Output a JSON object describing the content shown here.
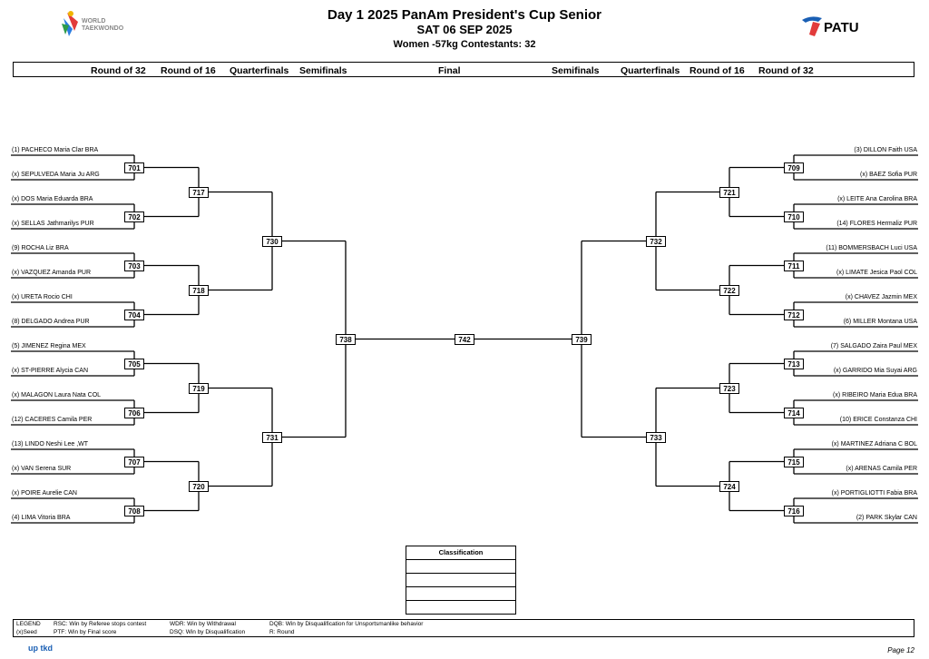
{
  "header": {
    "title": "Day 1 2025 PanAm President's Cup Senior",
    "date": "SAT 06 SEP 2025",
    "category": "Women -57kg  Contestants: 32",
    "wt_logo_text_1": "WORLD",
    "wt_logo_text_2": "TAEKWONDO",
    "patu_logo_text": "PATU"
  },
  "rounds": [
    "Round of 32",
    "Round of 16",
    "Quarterfinals",
    "Semifinals",
    "Final",
    "Semifinals",
    "Quarterfinals",
    "Round of 16",
    "Round of 32"
  ],
  "left_athletes": [
    "(1) PACHECO Maria Clar BRA",
    "(x) SEPULVEDA Maria Ju ARG",
    "(x) DOS Maria Eduarda BRA",
    "(x) SELLAS Jathmarilys PUR",
    "(9) ROCHA Liz BRA",
    "(x) VAZQUEZ Amanda PUR",
    "(x) URETA Rocio CHI",
    "(8) DELGADO Andrea PUR",
    "(5) JIMENEZ Regina MEX",
    "(x) ST-PIERRE Alycia CAN",
    "(x) MALAGON Laura Nata COL",
    "(12) CACERES Camila PER",
    "(13) LINDO Neshi Lee ,WT",
    "(x) VAN Serena SUR",
    "(x) POIRE Aurelie CAN",
    "(4) LIMA Vitoria BRA"
  ],
  "right_athletes": [
    "(3) DILLON Faith USA",
    "(x) BAEZ Sofia PUR",
    "(x) LEITE Ana Carolina BRA",
    "(14) FLORES Hermaliz PUR",
    "(11) BOMMERSBACH Luci USA",
    "(x) LIMATE Jesica Paol COL",
    "(x) CHAVEZ Jazmin MEX",
    "(6) MILLER Montana USA",
    "(7) SALGADO Zaira Paul MEX",
    "(x) GARRIDO Mia Suyai  ARG",
    "(x) RIBEIRO Maria Edua BRA",
    "(10) ERICE Constanza CHI",
    "(x) MARTINEZ Adriana C BOL",
    "(x) ARENAS Camila PER",
    "(x) PORTIGLIOTTI Fabia BRA",
    "(2) PARK Skylar CAN"
  ],
  "matches": {
    "left_r32": [
      "701",
      "702",
      "703",
      "704",
      "705",
      "706",
      "707",
      "708"
    ],
    "left_r16": [
      "717",
      "718",
      "719",
      "720"
    ],
    "left_qf": [
      "730",
      "731"
    ],
    "left_sf": "738",
    "final": "742",
    "right_sf": "739",
    "right_qf": [
      "732",
      "733"
    ],
    "right_r16": [
      "721",
      "722",
      "723",
      "724"
    ],
    "right_r32": [
      "709",
      "710",
      "711",
      "712",
      "713",
      "714",
      "715",
      "716"
    ]
  },
  "classification": {
    "title": "Classification"
  },
  "legend": {
    "l1a": "LEGEND",
    "l1b": "RSC: Win by Referee stops contest",
    "l1c": "WDR: Win by Withdrawal",
    "l1d": "DQB: Win by Disqualification for Unsportsmanlike behavior",
    "l2a": "(x)Seed",
    "l2b": "PTF: Win by Final score",
    "l2c": "DSQ: Win by Disqualification",
    "l2d": "R: Round"
  },
  "footer": {
    "brand": "up tkd",
    "page": "Page 12"
  }
}
